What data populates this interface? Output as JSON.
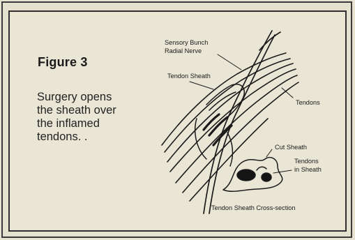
{
  "figure": {
    "title": "Figure 3",
    "caption_lines": [
      "Surgery opens",
      "the sheath over",
      "the inflamed",
      "tendons. ."
    ]
  },
  "labels": {
    "sensory_line1": "Sensory Bunch",
    "sensory_line2": "Radial Nerve",
    "tendon_sheath": "Tendon Sheath",
    "tendons": "Tendons",
    "cut_sheath": "Cut Sheath",
    "tendons_in_sheath_line1": "Tendons",
    "tendons_in_sheath_line2": "in Sheath",
    "cross_section": "Tendon Sheath Cross-section"
  },
  "colors": {
    "background": "#e9e6d6",
    "frame": "#2f2f2f",
    "ink": "#1a1a1a"
  }
}
